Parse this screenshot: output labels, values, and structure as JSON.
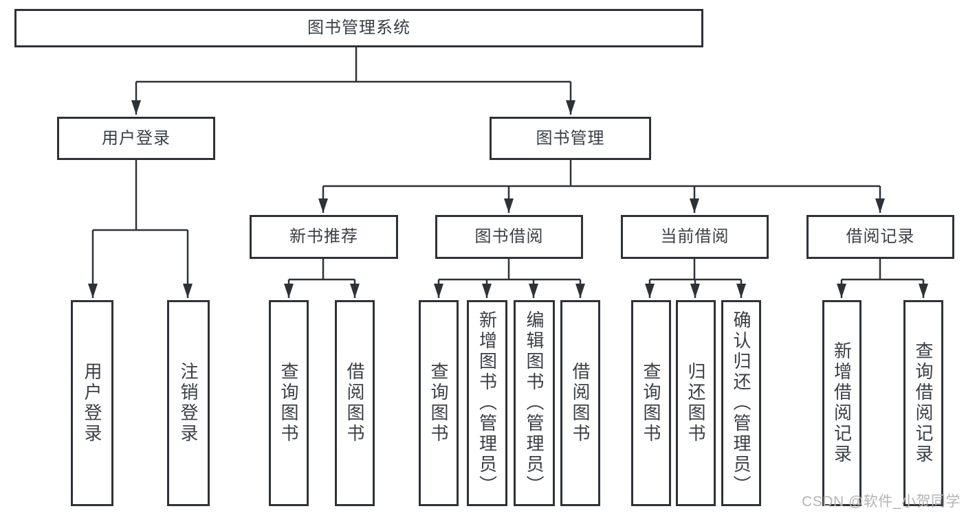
{
  "title": "图书管理系统",
  "watermark": "CSDN @软件_小贺同学",
  "colors": {
    "line": "#2e3237",
    "box_border": "#2e3237",
    "text": "#3a3f45",
    "watermark": "#b4b4b4",
    "background": "#ffffff"
  },
  "nodes": {
    "root": "图书管理系统",
    "user_login": "用户登录",
    "book_management": "图书管理",
    "new_book_recommend": "新书推荐",
    "book_borrow": "图书借阅",
    "current_borrow": "当前借阅",
    "borrow_records": "借阅记录",
    "leaf_user_login": "用户登录",
    "leaf_logout": "注销登录",
    "leaf_query_book_1": "查询图书",
    "leaf_borrow_book_1": "借阅图书",
    "leaf_query_book_2": "查询图书",
    "leaf_add_book_admin": "新增图书（管理员）",
    "leaf_edit_book_admin": "编辑图书（管理员）",
    "leaf_borrow_book_2": "借阅图书",
    "leaf_query_book_3": "查询图书",
    "leaf_return_book": "归还图书",
    "leaf_confirm_return_admin": "确认归还（管理员）",
    "leaf_add_borrow_record": "新增借阅记录",
    "leaf_query_borrow_record": "查询借阅记录"
  },
  "hierarchy": {
    "图书管理系统": {
      "用户登录": [
        "用户登录",
        "注销登录"
      ],
      "图书管理": {
        "新书推荐": [
          "查询图书",
          "借阅图书"
        ],
        "图书借阅": [
          "查询图书",
          "新增图书（管理员）",
          "编辑图书（管理员）",
          "借阅图书"
        ],
        "当前借阅": [
          "查询图书",
          "归还图书",
          "确认归还（管理员）"
        ],
        "借阅记录": [
          "新增借阅记录",
          "查询借阅记录"
        ]
      }
    }
  }
}
